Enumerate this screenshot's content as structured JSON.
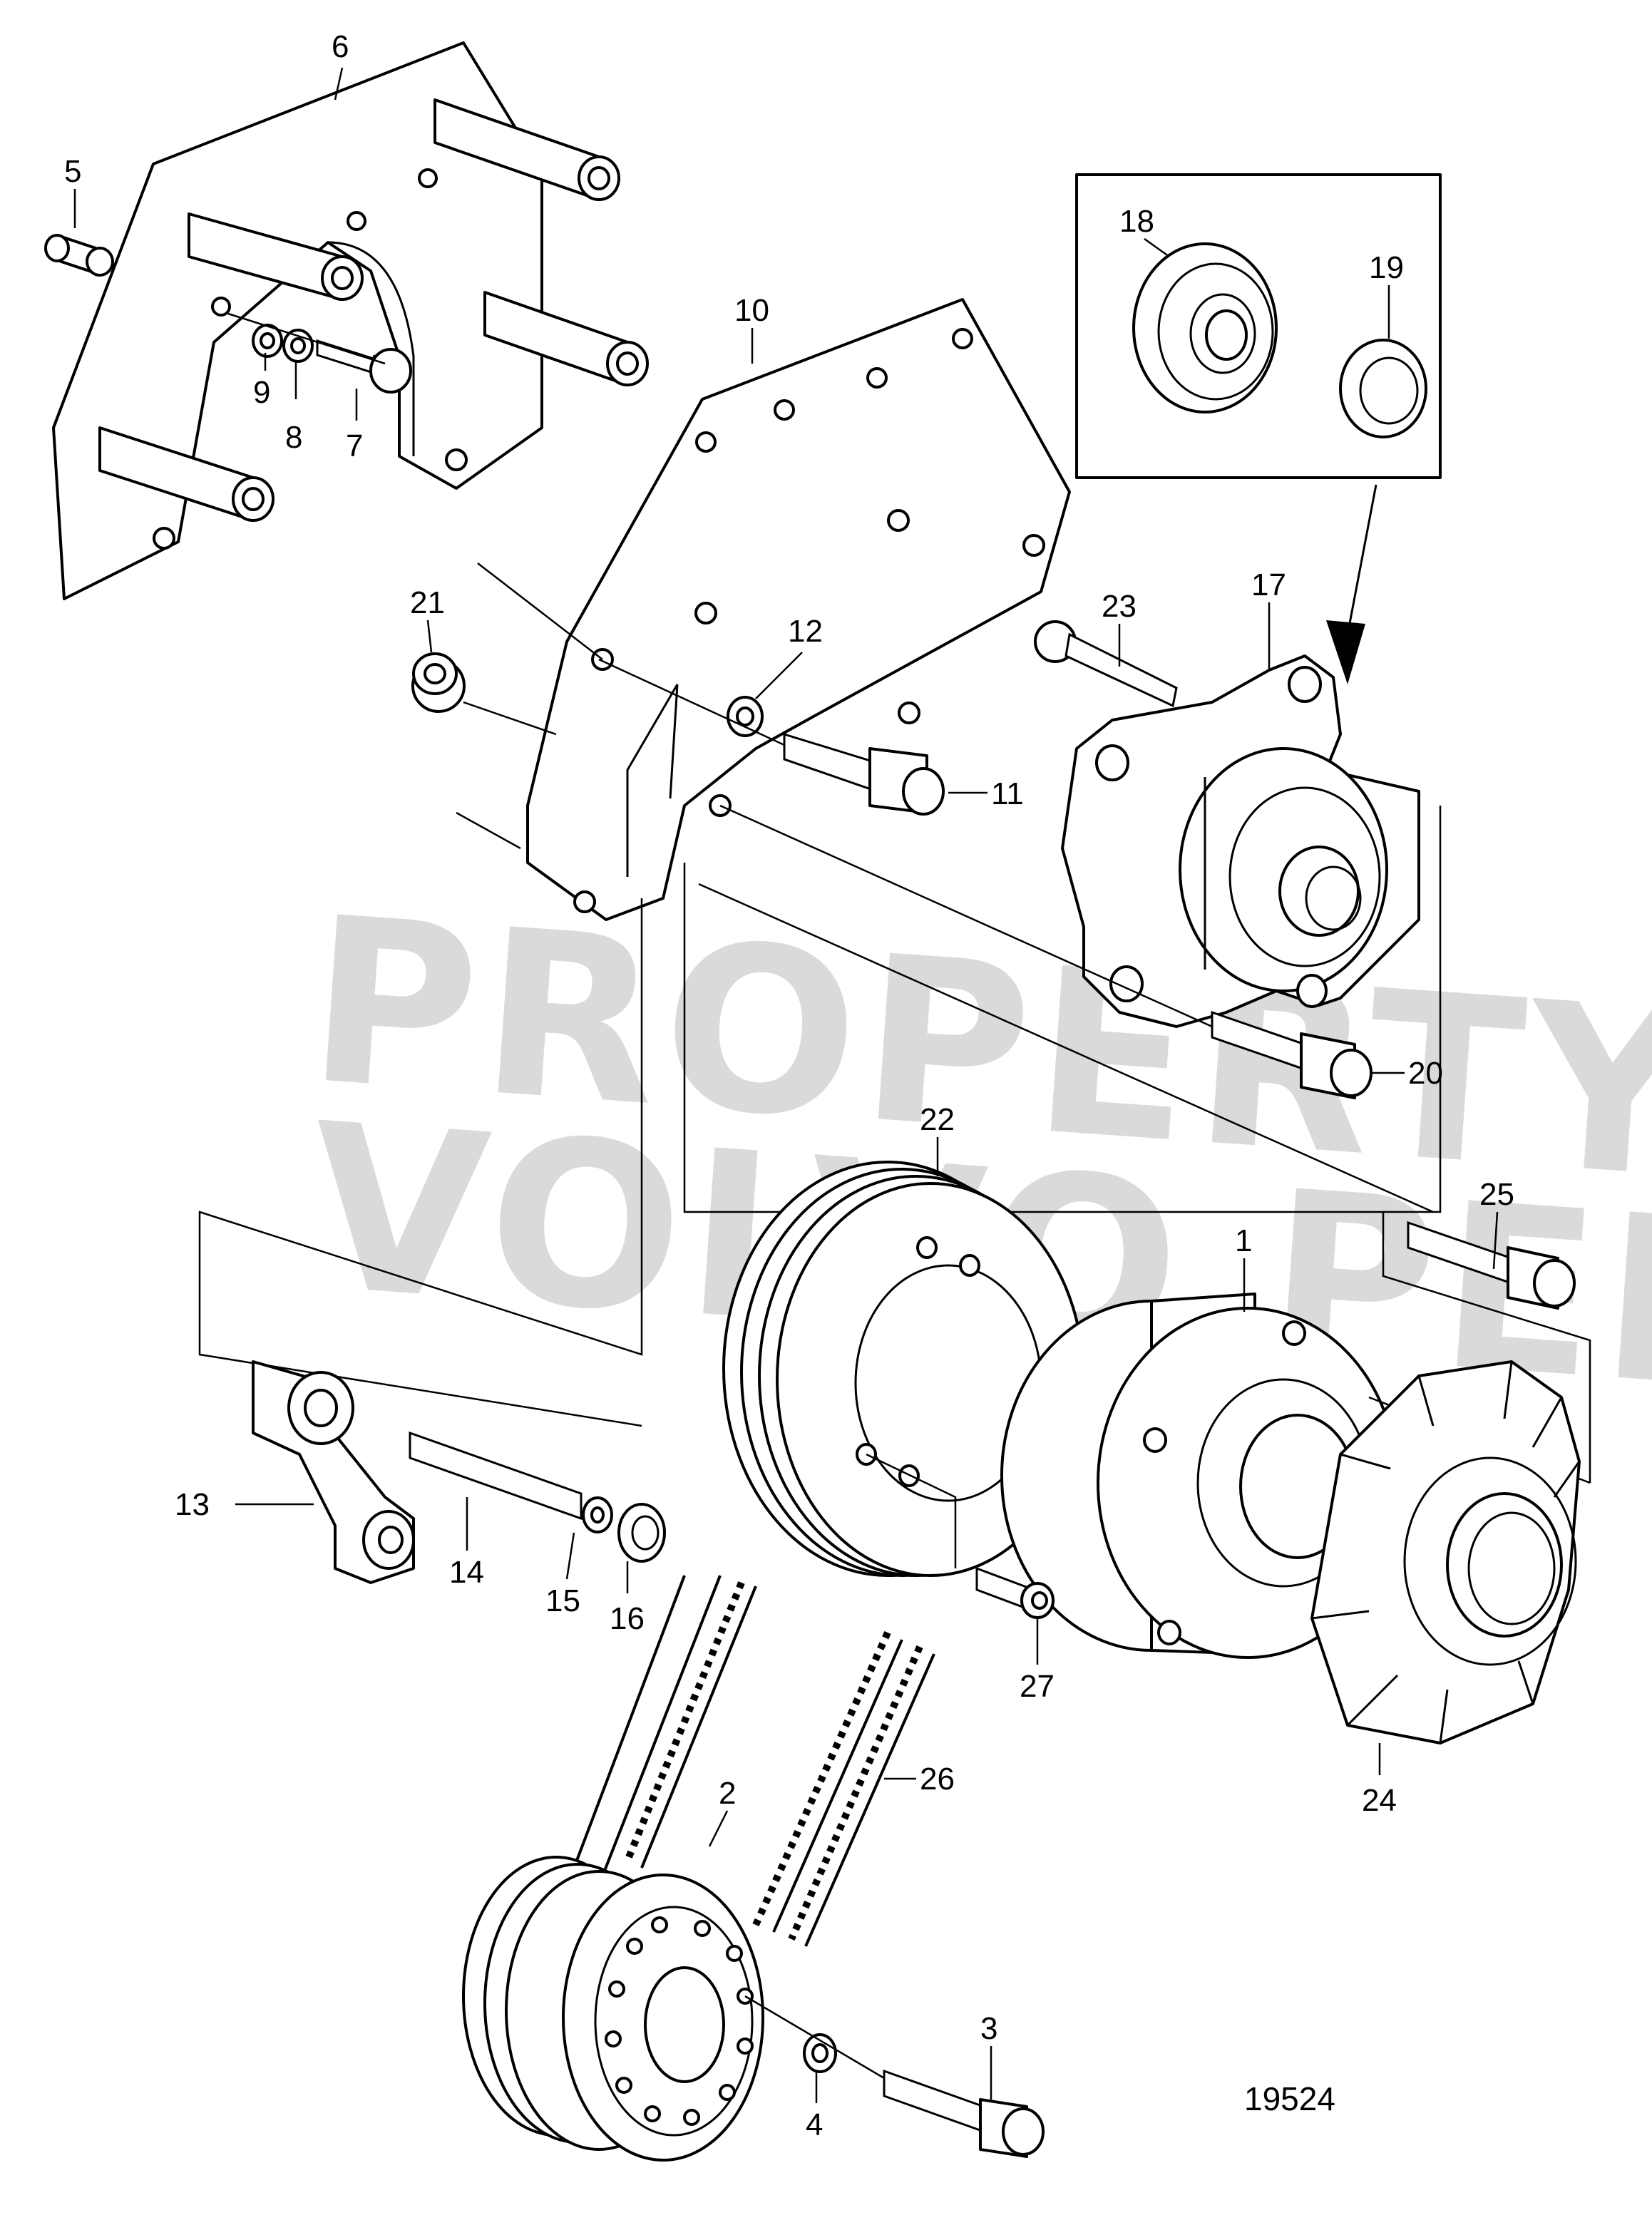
{
  "drawing_number": "19524",
  "watermark": {
    "line1": "PROPERTY OF",
    "line2": "VOLVO PENTA"
  },
  "callouts": [
    {
      "id": "6",
      "label": "6"
    },
    {
      "id": "5",
      "label": "5"
    },
    {
      "id": "9",
      "label": "9"
    },
    {
      "id": "8",
      "label": "8"
    },
    {
      "id": "7",
      "label": "7"
    },
    {
      "id": "10",
      "label": "10"
    },
    {
      "id": "18",
      "label": "18"
    },
    {
      "id": "19",
      "label": "19"
    },
    {
      "id": "21",
      "label": "21"
    },
    {
      "id": "12",
      "label": "12"
    },
    {
      "id": "11",
      "label": "11"
    },
    {
      "id": "23",
      "label": "23"
    },
    {
      "id": "17",
      "label": "17"
    },
    {
      "id": "20",
      "label": "20"
    },
    {
      "id": "22",
      "label": "22"
    },
    {
      "id": "25",
      "label": "25"
    },
    {
      "id": "1",
      "label": "1"
    },
    {
      "id": "13",
      "label": "13"
    },
    {
      "id": "14",
      "label": "14"
    },
    {
      "id": "15",
      "label": "15"
    },
    {
      "id": "16",
      "label": "16"
    },
    {
      "id": "27",
      "label": "27"
    },
    {
      "id": "24",
      "label": "24"
    },
    {
      "id": "2",
      "label": "2"
    },
    {
      "id": "26",
      "label": "26"
    },
    {
      "id": "3",
      "label": "3"
    },
    {
      "id": "4",
      "label": "4"
    }
  ]
}
